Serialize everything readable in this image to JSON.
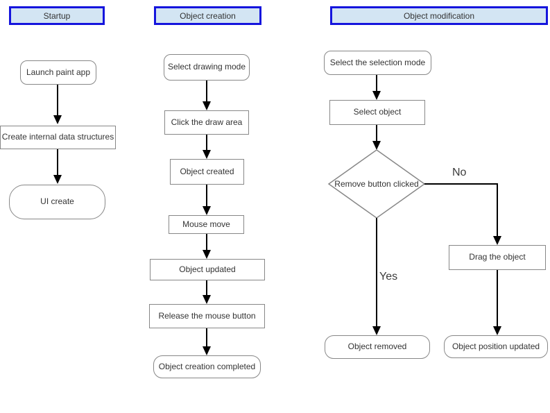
{
  "colors": {
    "header_border": "#1515dd",
    "header_fill": "#d3e5f3",
    "node_border": "#878787",
    "node_fill": "#ffffff",
    "arrow": "#000000",
    "text": "#333333"
  },
  "flowchart": {
    "columns": [
      {
        "header": "Startup",
        "nodes": {
          "launch": "Launch paint app",
          "create_structures": "Create internal data structures",
          "ui_create": "UI create"
        }
      },
      {
        "header": "Object creation",
        "nodes": {
          "select_drawing_mode": "Select drawing mode",
          "click_draw_area": "Click the draw area",
          "object_created": "Object created",
          "mouse_move": "Mouse move",
          "object_updated": "Object updated",
          "release_mouse_button": "Release the mouse button",
          "creation_completed": "Object creation completed"
        }
      },
      {
        "header": "Object modification",
        "nodes": {
          "select_selection_mode": "Select the selection mode",
          "select_object": "Select object",
          "decision": "Remove button clicked",
          "drag_object": "Drag the object",
          "object_removed": "Object removed",
          "position_updated": "Object position updated"
        },
        "edge_labels": {
          "yes": "Yes",
          "no": "No"
        }
      }
    ]
  }
}
